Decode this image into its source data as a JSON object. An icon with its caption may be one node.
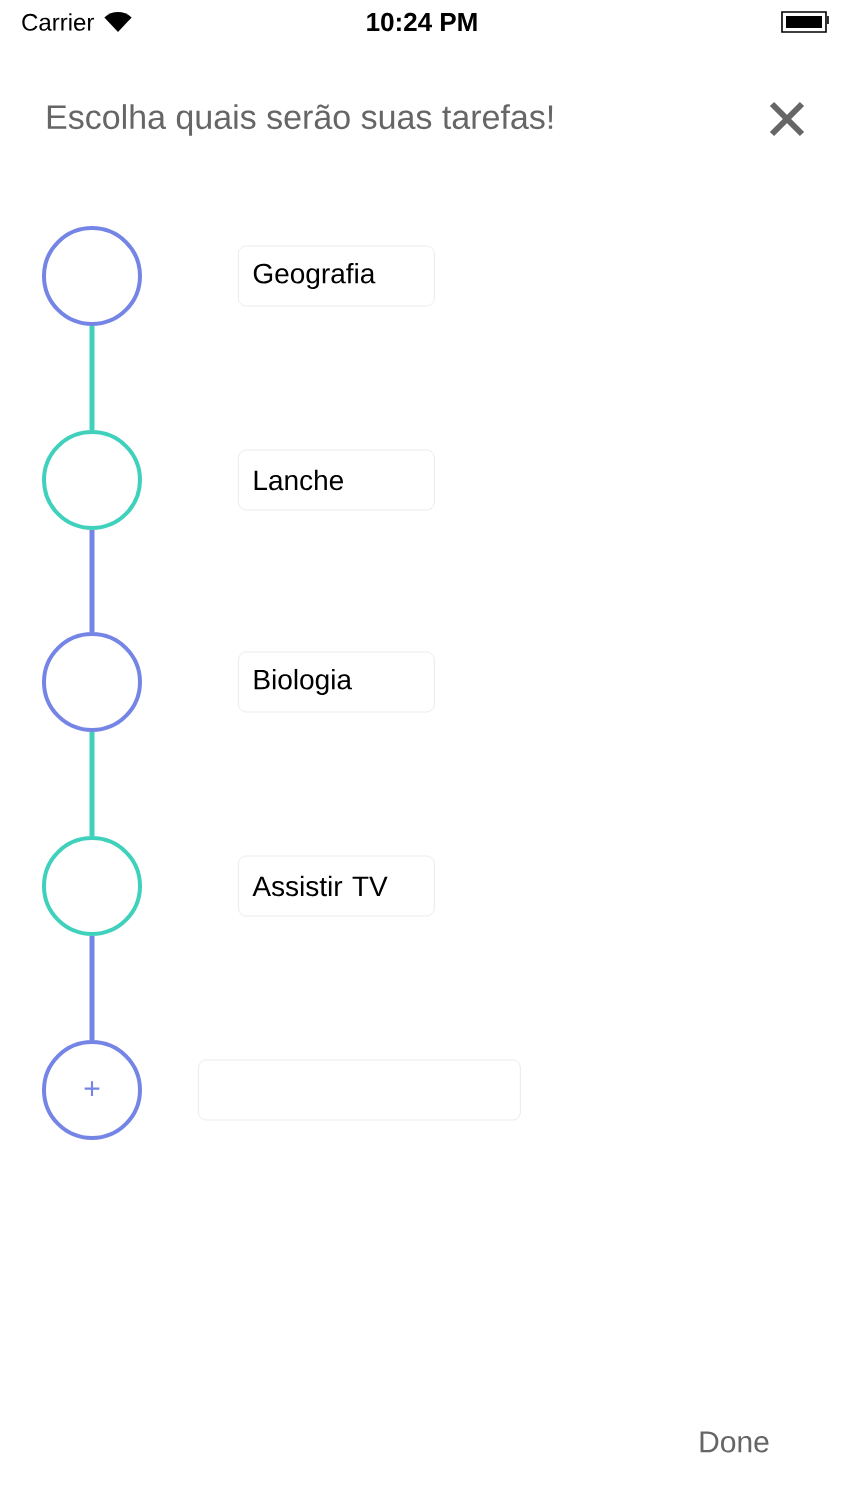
{
  "diagram": {
    "title": "Escolha quais serão suas tarefas!",
    "nodes": [
      {
        "text": [],
        "shape": "circle"
      },
      {
        "text": [
          "Geografia"
        ]
      },
      {
        "text": [],
        "shape": "circle"
      },
      {
        "text": [
          "Lanche"
        ]
      },
      {
        "text": [],
        "shape": "circle"
      },
      {
        "text": [
          "Biologia"
        ]
      },
      {
        "text": [],
        "shape": "circle"
      },
      {
        "text": [
          "Assistir TV"
        ]
      },
      {
        "text": [
          "+"
        ]
      },
      {
        "text": [],
        "shape": "box"
      }
    ],
    "edges": [
      {
        "from": 0,
        "to": 2,
        "arrow": "none",
        "color": "#3fd1bb"
      },
      {
        "from": 2,
        "to": 4,
        "arrow": "none",
        "color": "#7585e6"
      },
      {
        "from": 4,
        "to": 6,
        "arrow": "none",
        "color": "#3fd1bb"
      },
      {
        "from": 6,
        "to": 8,
        "arrow": "none",
        "color": "#7585e6"
      }
    ],
    "labels": [
      "Carrier",
      "10:24 PM",
      "Done"
    ]
  }
}
